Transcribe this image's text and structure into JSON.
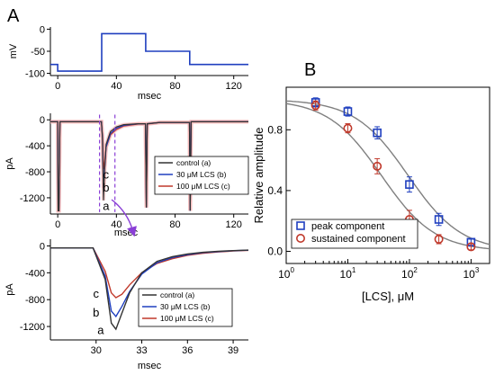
{
  "colors": {
    "axis": "#000000",
    "control": "#333333",
    "lcs30": "#1f3fbf",
    "lcs100": "#c0392b",
    "peak": "#1f3fbf",
    "sustained": "#c0392b",
    "fit": "#808080",
    "arrow": "#8a3fd6",
    "dash": "#8a3fd6",
    "voltage": "#1f3fbf",
    "glow": "#f3b6b6"
  },
  "chart_data": [
    {
      "id": "A1",
      "type": "line",
      "panel_label": "A",
      "ylabel": "mV",
      "xlabel": "msec",
      "xlim": [
        -5,
        130
      ],
      "ylim": [
        -105,
        5
      ],
      "xticks": [
        0,
        40,
        80,
        120
      ],
      "yticks": [
        0,
        -50,
        -100
      ],
      "series": [
        {
          "name": "",
          "x": [
            -5,
            0,
            0,
            30,
            30,
            60,
            60,
            90,
            90,
            130
          ],
          "y": [
            -80,
            -80,
            -95,
            -95,
            -10,
            -10,
            -50,
            -50,
            -80,
            -80
          ]
        }
      ]
    },
    {
      "id": "A2",
      "type": "line",
      "ylabel": "pA",
      "xlabel": "msec",
      "xlim": [
        -5,
        130
      ],
      "ylim": [
        -1450,
        100
      ],
      "xticks": [
        0,
        40,
        80,
        120
      ],
      "yticks": [
        0,
        -400,
        -800,
        -1200
      ],
      "legend": [
        "control (a)",
        "30 μM LCS (b)",
        "100 μM LCS (c)"
      ],
      "trace_labels": [
        "c",
        "b",
        "a"
      ],
      "series": [
        {
          "name": "control (a)",
          "x": [
            -5,
            0,
            0.3,
            0.8,
            1.5,
            29.8,
            30.5,
            31.2,
            32,
            33,
            36,
            40,
            45,
            55,
            59.8,
            60.4,
            61,
            70,
            89.8,
            90.3,
            91,
            130
          ],
          "y": [
            -30,
            -30,
            -1400,
            -1400,
            -30,
            -30,
            -300,
            -1240,
            -760,
            -380,
            -180,
            -110,
            -75,
            -60,
            -60,
            -1350,
            -60,
            -40,
            -40,
            -1400,
            -30,
            -30
          ]
        },
        {
          "name": "30 μM LCS (b)",
          "x": [
            -5,
            0,
            0.3,
            0.8,
            1.5,
            29.8,
            30.5,
            31.2,
            32,
            33,
            36,
            40,
            45,
            55,
            59.8,
            60.4,
            61,
            70,
            89.8,
            90.3,
            91,
            130
          ],
          "y": [
            -30,
            -30,
            -1400,
            -1400,
            -30,
            -30,
            -280,
            -1050,
            -760,
            -420,
            -210,
            -130,
            -85,
            -60,
            -60,
            -1350,
            -60,
            -40,
            -40,
            -1400,
            -30,
            -30
          ]
        },
        {
          "name": "100 μM LCS (c)",
          "x": [
            -5,
            0,
            0.3,
            0.8,
            1.5,
            29.8,
            30.5,
            31.2,
            32,
            33,
            36,
            40,
            45,
            55,
            59.8,
            60.4,
            61,
            70,
            89.8,
            90.3,
            91,
            130
          ],
          "y": [
            -30,
            -30,
            -1400,
            -1400,
            -30,
            -30,
            -250,
            -760,
            -640,
            -420,
            -230,
            -150,
            -95,
            -65,
            -65,
            -1350,
            -65,
            -40,
            -40,
            -1400,
            -30,
            -30
          ]
        }
      ]
    },
    {
      "id": "A3",
      "type": "line",
      "ylabel": "pA",
      "xlabel": "msec",
      "xlim": [
        27,
        40
      ],
      "ylim": [
        -1400,
        100
      ],
      "xticks": [
        30,
        33,
        36,
        39
      ],
      "yticks": [
        0,
        -400,
        -800,
        -1200
      ],
      "legend": [
        "control (a)",
        "30 μM LCS (b)",
        "100 μM LCS (c)"
      ],
      "trace_labels": [
        "c",
        "b",
        "a"
      ],
      "series": [
        {
          "name": "control (a)",
          "x": [
            27,
            29.8,
            30.6,
            31,
            31.3,
            31.7,
            32.2,
            33,
            34,
            35,
            36,
            37,
            38,
            39,
            40
          ],
          "y": [
            -30,
            -30,
            -500,
            -1150,
            -1240,
            -1000,
            -700,
            -400,
            -230,
            -160,
            -120,
            -95,
            -80,
            -70,
            -62
          ]
        },
        {
          "name": "30 μM LCS (b)",
          "x": [
            27,
            29.8,
            30.6,
            31,
            31.3,
            31.7,
            32.2,
            33,
            34,
            35,
            36,
            37,
            38,
            39,
            40
          ],
          "y": [
            -30,
            -30,
            -450,
            -970,
            -1050,
            -900,
            -680,
            -420,
            -250,
            -175,
            -130,
            -100,
            -85,
            -72,
            -64
          ]
        },
        {
          "name": "100 μM LCS (c)",
          "x": [
            27,
            29.8,
            30.6,
            31,
            31.3,
            31.7,
            32.2,
            33,
            34,
            35,
            36,
            37,
            38,
            39,
            40
          ],
          "y": [
            -30,
            -30,
            -380,
            -700,
            -770,
            -720,
            -580,
            -400,
            -260,
            -190,
            -140,
            -110,
            -90,
            -76,
            -66
          ]
        }
      ]
    },
    {
      "id": "B",
      "type": "scatter",
      "panel_label": "B",
      "xlabel": "[LCS], μM",
      "ylabel": "Relative amplitude",
      "xscale": "log",
      "xlim": [
        1,
        2000
      ],
      "ylim": [
        -0.08,
        1.08
      ],
      "xtick_exponents": [
        0,
        1,
        2,
        3
      ],
      "yticks": [
        "0.0",
        "0.4",
        "0.8"
      ],
      "ytick_values": [
        0,
        0.4,
        0.8
      ],
      "legend": [
        "peak component",
        "sustained component"
      ],
      "series": [
        {
          "name": "peak component",
          "marker": "square",
          "x": [
            3,
            10,
            30,
            100,
            300,
            1000
          ],
          "y": [
            0.98,
            0.92,
            0.78,
            0.44,
            0.21,
            0.06
          ],
          "err": [
            0.03,
            0.03,
            0.04,
            0.05,
            0.04,
            0.02
          ]
        },
        {
          "name": "sustained component",
          "marker": "circle",
          "x": [
            3,
            10,
            30,
            100,
            300,
            1000
          ],
          "y": [
            0.96,
            0.81,
            0.56,
            0.21,
            0.08,
            0.03
          ],
          "err": [
            0.03,
            0.03,
            0.05,
            0.06,
            0.03,
            0.02
          ]
        }
      ],
      "fits": [
        {
          "name": "peak fit",
          "ic50": 95,
          "hill": 1.0
        },
        {
          "name": "sustained fit",
          "ic50": 35,
          "hill": 1.0
        }
      ]
    }
  ]
}
